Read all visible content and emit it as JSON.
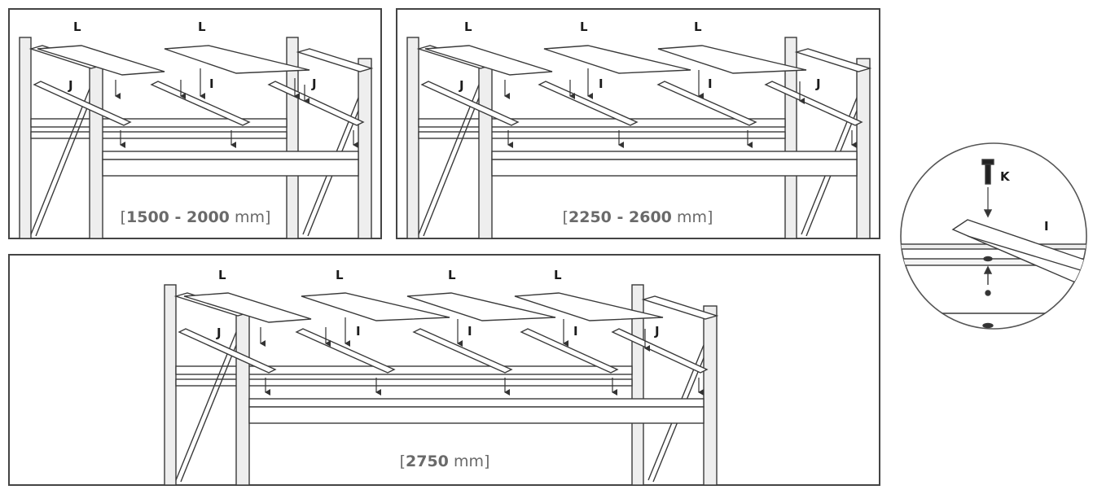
{
  "panels": [
    {
      "id": "panel-1",
      "dimension": {
        "open": "[",
        "bold": "1500 - 2000",
        "unit": " mm",
        "close": "]"
      },
      "labels": {
        "L1": "L",
        "L2": "L",
        "J1": "J",
        "I1": "I",
        "J2": "J"
      }
    },
    {
      "id": "panel-2",
      "dimension": {
        "open": "[",
        "bold": "2250 - 2600",
        "unit": " mm",
        "close": "]"
      },
      "labels": {
        "L1": "L",
        "L2": "L",
        "L3": "L",
        "J1": "J",
        "I1": "I",
        "I2": "I",
        "J2": "J"
      }
    },
    {
      "id": "panel-3",
      "dimension": {
        "open": "[",
        "bold": "2750",
        "unit": " mm",
        "close": "]"
      },
      "labels": {
        "L1": "L",
        "L2": "L",
        "L3": "L",
        "L4": "L",
        "J1": "J",
        "I1": "I",
        "I2": "I",
        "I3": "I",
        "J2": "J"
      }
    }
  ],
  "detail": {
    "K": "K",
    "I": "I"
  },
  "colors": {
    "line": "#3a3a3a",
    "frame": "#444444",
    "dim_text": "#6a6a6a",
    "fill": "#ffffff",
    "post_fill": "#e9e9e9"
  }
}
